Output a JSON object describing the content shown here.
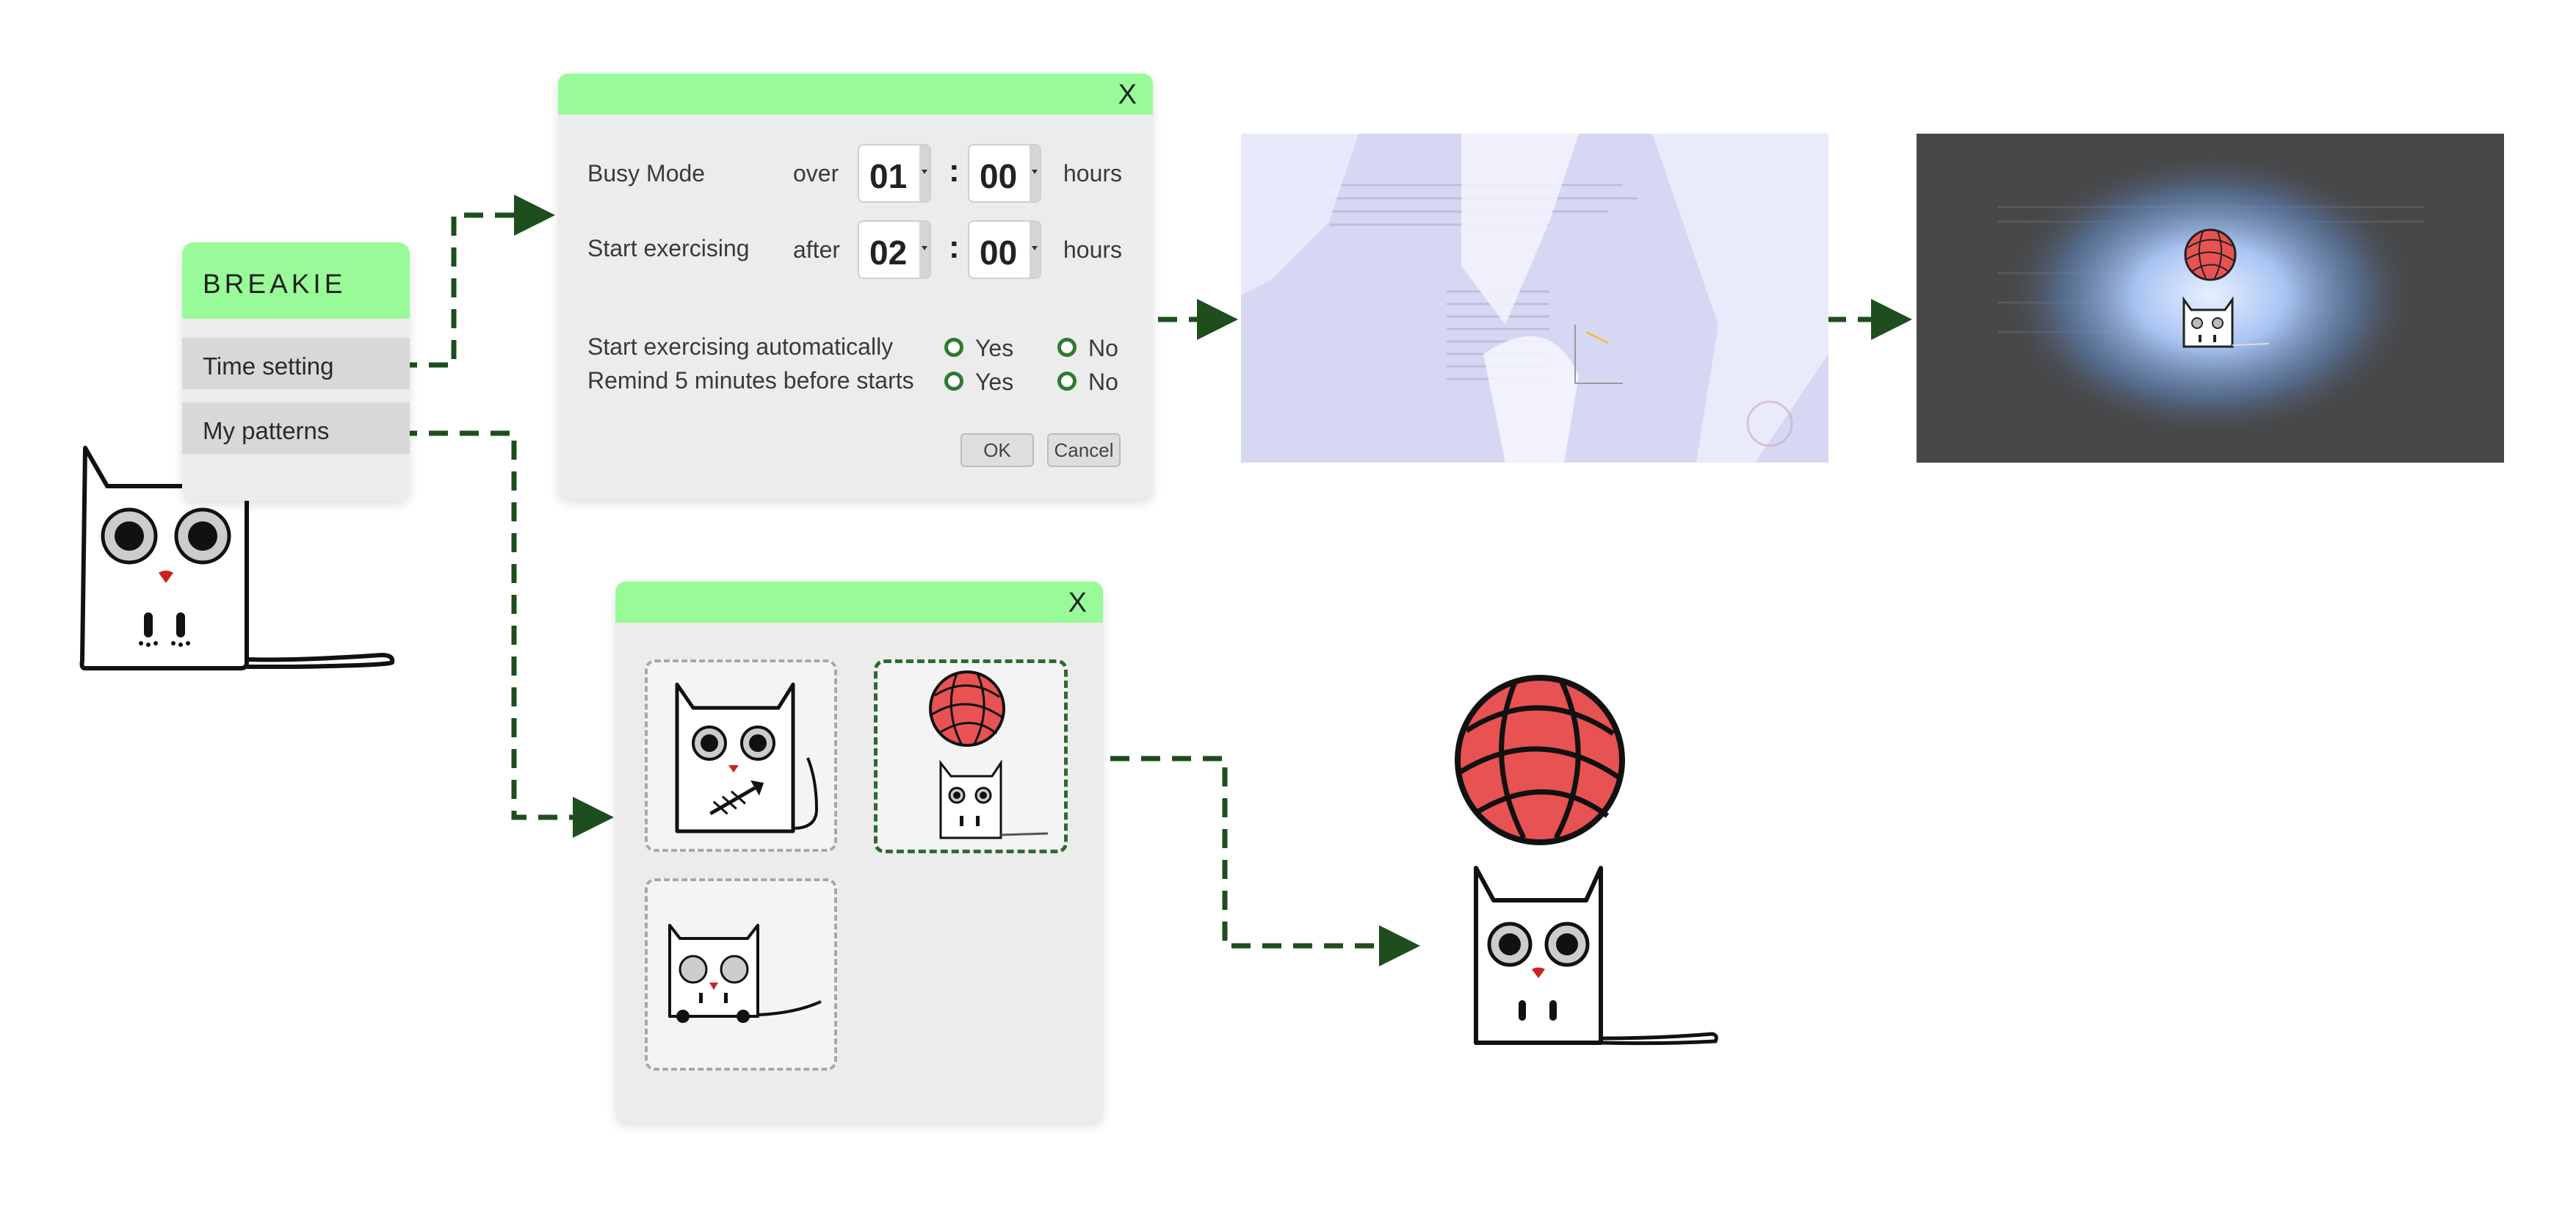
{
  "breakie": {
    "title": "BREAKIE",
    "items": [
      {
        "label": "Time setting"
      },
      {
        "label": "My patterns"
      }
    ]
  },
  "time_dialog": {
    "close": "X",
    "rows": [
      {
        "label": "Busy Mode",
        "word": "over",
        "hours": "01",
        "minutes": "00",
        "unit": "hours"
      },
      {
        "label": "Start exercising",
        "word": "after",
        "hours": "02",
        "minutes": "00",
        "unit": "hours"
      }
    ],
    "colon": ":",
    "options": [
      {
        "label": "Start exercising automatically",
        "yes": "Yes",
        "no": "No",
        "selected": "Yes"
      },
      {
        "label": "Remind 5 minutes before starts",
        "yes": "Yes",
        "no": "No",
        "selected": "Yes"
      }
    ],
    "ok": "OK",
    "cancel": "Cancel"
  },
  "patterns_dialog": {
    "close": "X",
    "patterns": [
      {
        "icon": "cat-with-fishbone-icon",
        "selected": false
      },
      {
        "icon": "cat-with-yarn-ball-icon",
        "selected": true
      },
      {
        "icon": "cat-with-grey-eyes-icon",
        "selected": false
      }
    ]
  },
  "colors": {
    "accent_green": "#98fb98",
    "connector": "#1e4d1e",
    "yarn_red": "#e85252",
    "cat_nose": "#cc2222"
  }
}
